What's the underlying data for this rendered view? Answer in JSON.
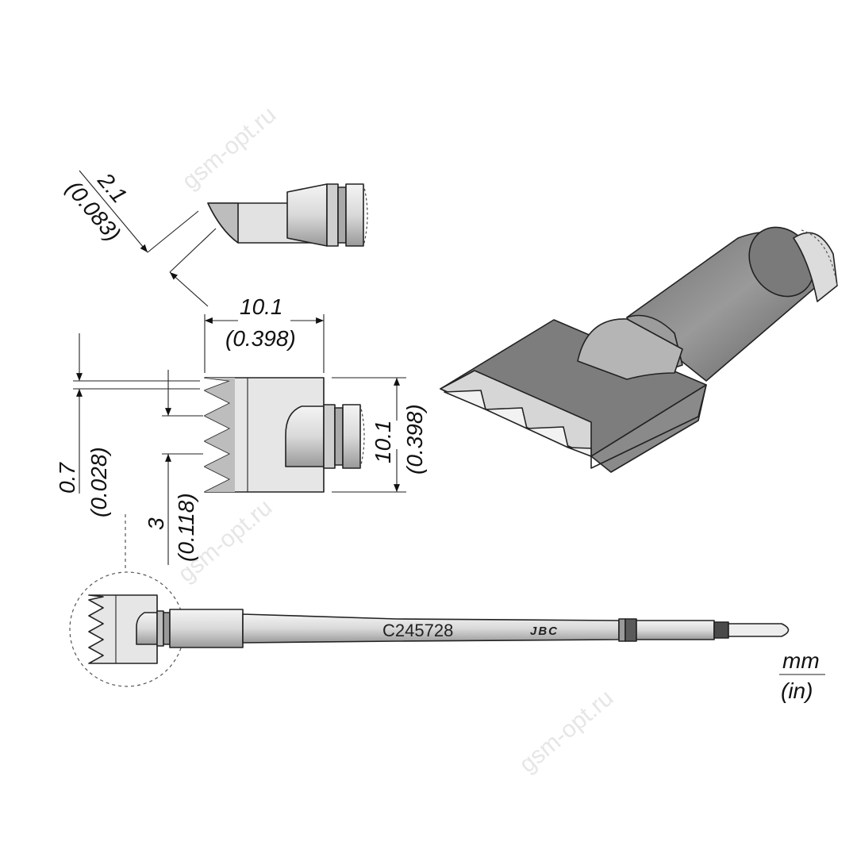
{
  "part_number": "C245728",
  "brand": "JBC",
  "watermark": "gsm-opt.ru",
  "units": {
    "primary": "mm",
    "secondary": "(in)"
  },
  "dimensions": {
    "tip_thickness": {
      "mm": "2.1",
      "in": "(0.083)"
    },
    "width": {
      "mm": "10.1",
      "in": "(0.398)"
    },
    "height": {
      "mm": "10.1",
      "in": "(0.398)"
    },
    "groove_depth": {
      "mm": "0.7",
      "in": "(0.028)"
    },
    "tooth_pitch": {
      "mm": "3",
      "in": "(0.118)"
    }
  },
  "colors": {
    "metal_light": "#e8e8e8",
    "metal_mid": "#bdbdbd",
    "metal_dark": "#7a7a7a",
    "iso_body": "#8f8f8f"
  }
}
